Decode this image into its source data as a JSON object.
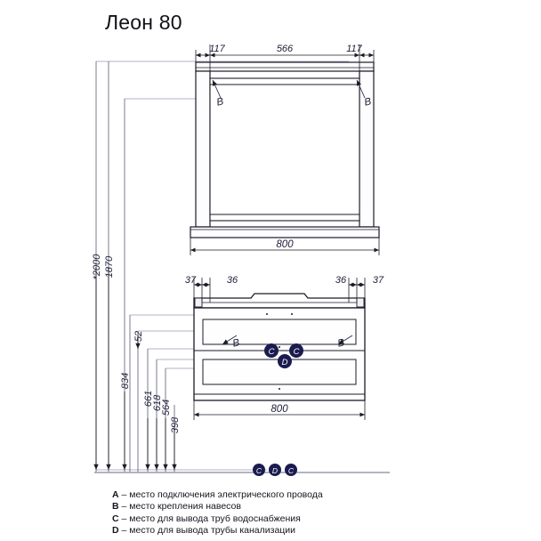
{
  "document": {
    "title": "Леон 80",
    "type": "technical-drawing",
    "units": "mm"
  },
  "mirror_cabinet": {
    "name": "mirror-cabinet",
    "top_dimensions": [
      "117",
      "566",
      "117"
    ],
    "width_dimension": "800",
    "markers": [
      {
        "label": "B",
        "position": "top-left"
      },
      {
        "label": "B",
        "position": "top-right"
      }
    ]
  },
  "vertical_dimensions": {
    "overall_height": "*2000",
    "mirror_top_height": "1870",
    "counter_height": "834",
    "d661": "661",
    "d618": "618",
    "d564": "564",
    "d398": "398",
    "d52": "52"
  },
  "vanity_cabinet": {
    "name": "vanity-cabinet",
    "top_dimensions": [
      "37",
      "36",
      "36",
      "37"
    ],
    "width_dimension": "800",
    "markers": [
      {
        "label": "B",
        "position": "left"
      },
      {
        "label": "B",
        "position": "right"
      }
    ],
    "circle_markers": [
      {
        "label": "C"
      },
      {
        "label": "D"
      },
      {
        "label": "C"
      }
    ]
  },
  "floor_markers": [
    {
      "label": "C"
    },
    {
      "label": "D"
    },
    {
      "label": "C"
    }
  ],
  "legend": {
    "items": [
      {
        "key": "A",
        "dash": "–",
        "text": "место подключения электрического провода"
      },
      {
        "key": "B",
        "dash": "–",
        "text": "место крепления навесов"
      },
      {
        "key": "C",
        "dash": "–",
        "text": "место для вывода труб водоснабжения"
      },
      {
        "key": "D",
        "dash": "–",
        "text": "место для вывода трубы канализации"
      }
    ]
  },
  "colors": {
    "line": "#1b1b28",
    "thin_line": "#8b8ba0",
    "dimension_text": "#20203a",
    "marker_fill": "#1b1b50",
    "marker_text": "#ffffff",
    "title": "#111118"
  }
}
